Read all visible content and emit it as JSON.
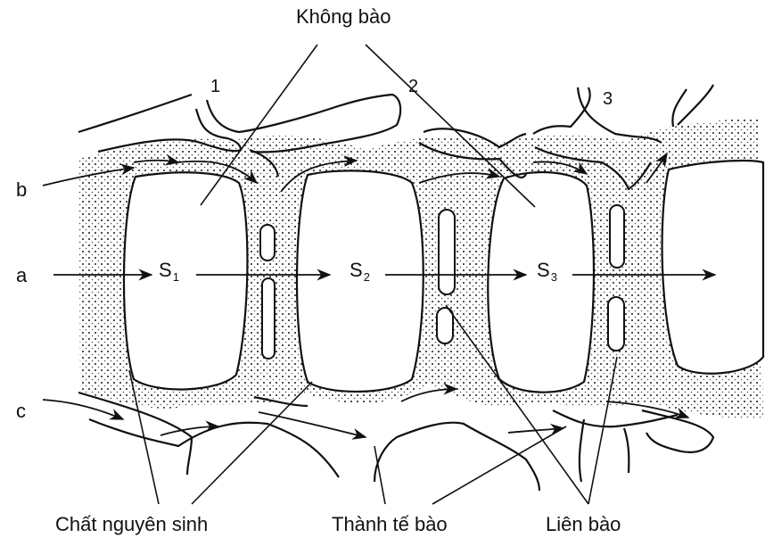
{
  "title": "Không bào",
  "cell_numbers": [
    "1",
    "2",
    "3"
  ],
  "paths": {
    "a": "a",
    "b": "b",
    "c": "c"
  },
  "s_labels": [
    {
      "letter": "S",
      "sub": "1"
    },
    {
      "letter": "S",
      "sub": "2"
    },
    {
      "letter": "S",
      "sub": "3"
    }
  ],
  "bottom_labels": {
    "protoplasm": "Chất nguyên sinh",
    "cell_wall": "Thành tế bào",
    "plasmodesmata": "Liên bào"
  },
  "colors": {
    "ink": "#111111",
    "stipple": "#8c8c8c",
    "background": "#ffffff"
  }
}
